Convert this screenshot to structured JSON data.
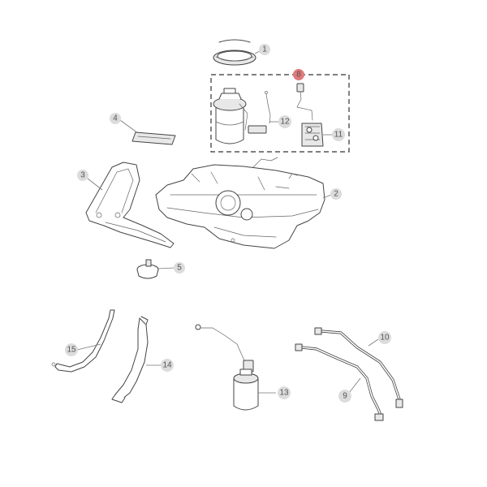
{
  "callouts": {
    "c1": "1",
    "c2": "2",
    "c3": "3",
    "c4": "4",
    "c5": "5",
    "c8": "8",
    "c9": "9",
    "c10": "10",
    "c11": "11",
    "c12": "12",
    "c13": "13",
    "c14": "14",
    "c15": "15"
  },
  "colors": {
    "callout_fill": "#dcdcdc",
    "highlight_callout_fill": "#e07a7a",
    "line": "#444444"
  }
}
